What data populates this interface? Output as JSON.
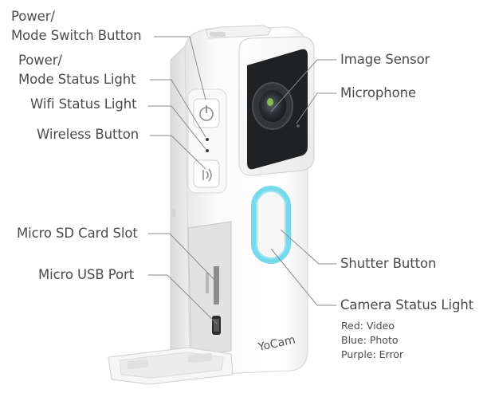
{
  "labels": {
    "power_mode_switch": [
      "Power/",
      "Mode Switch Button"
    ],
    "power_mode_status": [
      "Power/",
      "Mode Status Light"
    ],
    "wifi_status": "Wifi Status Light",
    "wireless_button": "Wireless Button",
    "microsd_slot": "Micro SD Card Slot",
    "micro_usb": "Micro USB Port",
    "image_sensor": "Image Sensor",
    "microphone": "Microphone",
    "shutter_button": "Shutter Button",
    "camera_status_light": "Camera Status Light",
    "status_legend": [
      "Red: Video",
      "Blue: Photo",
      "Purple: Error"
    ]
  },
  "brand": "YoCam",
  "colors": {
    "shutter_glow": "#5fd3e6",
    "leader_line": "#8a8a8a",
    "body": "#f4f4f4",
    "sensor_housing": "#2a2a2a"
  }
}
